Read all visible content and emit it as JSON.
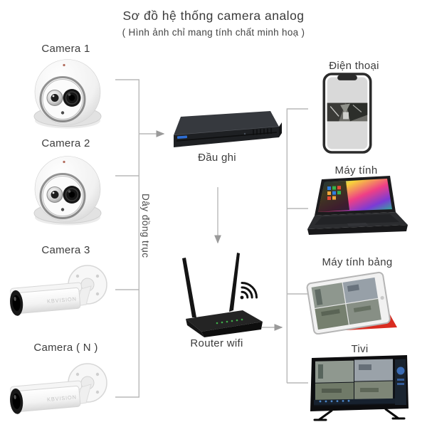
{
  "title": {
    "main": "Sơ đồ hệ thống camera analog",
    "sub": "( Hình ảnh chỉ mang tính chất minh hoạ )"
  },
  "left_column": {
    "brand": "KBVISION",
    "cameras": [
      {
        "label": "Camera 1",
        "type": "dome"
      },
      {
        "label": "Camera 2",
        "type": "dome"
      },
      {
        "label": "Camera 3",
        "type": "bullet"
      },
      {
        "label": "Camera ( N )",
        "type": "bullet"
      }
    ]
  },
  "center_column": {
    "dvr_label": "Đầu ghi",
    "router_label": "Router wifi",
    "coax_label": "Dây đồng trục"
  },
  "right_column": {
    "devices": [
      {
        "label": "Điện thoại",
        "type": "phone"
      },
      {
        "label": "Máy tính",
        "type": "laptop"
      },
      {
        "label": "Máy tính bảng",
        "type": "tablet"
      },
      {
        "label": "Tivi",
        "type": "tv"
      }
    ]
  },
  "colors": {
    "connector_line": "#b8b8b8",
    "arrow_head": "#9a9a9a",
    "text": "#3b3b3b",
    "tablet_cover": "#d92c20"
  }
}
